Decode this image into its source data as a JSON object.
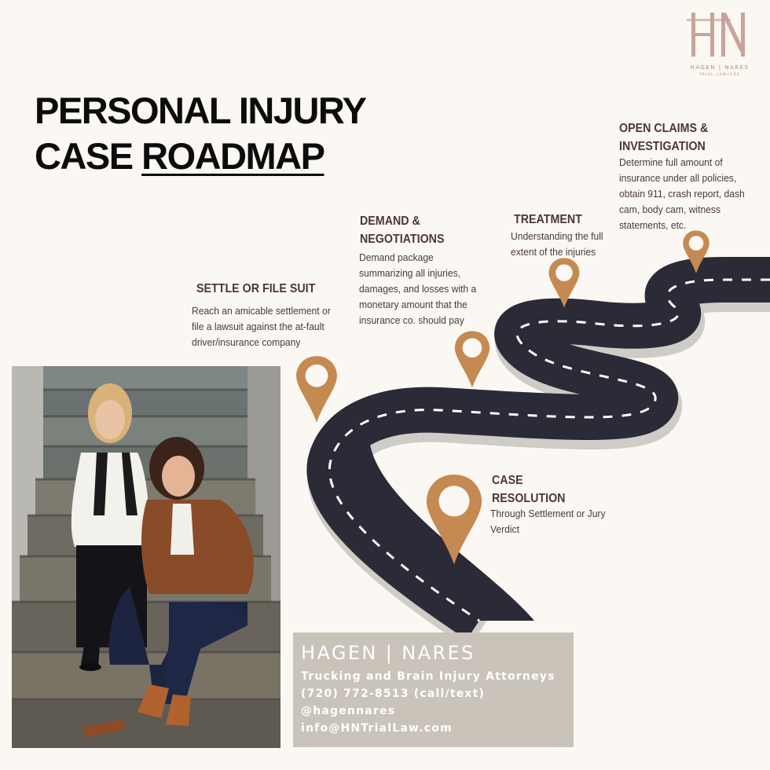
{
  "logo": {
    "monogram": "HN",
    "firm": "HAGEN | NARES",
    "tagline": "TRIAL LAWYERS"
  },
  "title": {
    "line1": "PERSONAL INJURY",
    "line2_prefix": "CASE ",
    "line2_underlined": "ROADMAP"
  },
  "steps": [
    {
      "title_lines": [
        "OPEN CLAIMS &",
        "INVESTIGATION"
      ],
      "description_lines": [
        "Determine full amount of",
        "insurance under all policies,",
        "obtain 911, crash report, dash",
        "cam, body cam, witness",
        "statements, etc."
      ]
    },
    {
      "title_lines": [
        "TREATMENT"
      ],
      "description_lines": [
        "Understanding the full",
        "extent of the injuries"
      ]
    },
    {
      "title_lines": [
        "DEMAND &",
        "NEGOTIATIONS"
      ],
      "description_lines": [
        "Demand  package",
        "summarizing all injuries,",
        "damages, and losses with a",
        "monetary amount that the",
        "insurance co. should pay"
      ]
    },
    {
      "title_lines": [
        "SETTLE OR FILE SUIT"
      ],
      "description_lines": [
        "Reach an amicable settlement or",
        "file a lawsuit against the at-fault",
        "driver/insurance company"
      ]
    },
    {
      "title_lines": [
        "CASE",
        "RESOLUTION"
      ],
      "description_lines": [
        "Through Settlement or Jury",
        "Verdict"
      ]
    }
  ],
  "contact": {
    "firm_name": "HAGEN | NARES",
    "specialty": "Trucking and Brain Injury Attorneys",
    "phone": "(720) 772-8513 (call/text)",
    "handle": "@hagennares",
    "email": "info@HNTrialLaw.com"
  },
  "colors": {
    "background": "#fbf7f2",
    "road": "#2b2a37",
    "pin": "#c48a52",
    "step_title": "#4d3638",
    "card": "#c9c3ba",
    "logo": "#c9a49a"
  },
  "icons": [
    "map-pin-icon",
    "road-graphic",
    "hn-logo-monogram"
  ]
}
